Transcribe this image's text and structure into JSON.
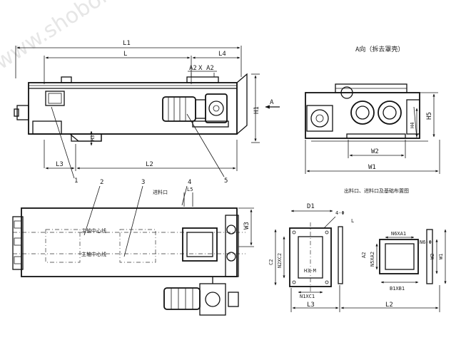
{
  "watermark": "www.shobon.com",
  "top_view_dims": {
    "L1": "L1",
    "L": "L",
    "L4": "L4",
    "A2a": "A2",
    "times": "X",
    "A2b": "A2",
    "H1": "H1",
    "arrow_A": "A",
    "H3": "H3",
    "L3": "L3",
    "L2": "L2",
    "callout_1": "1",
    "callout_5": "5"
  },
  "end_view": {
    "title": "A向（拆去罩壳）",
    "W2": "W2",
    "W1": "W1",
    "H4": "H4",
    "H5": "H5"
  },
  "plan_view": {
    "callout_2": "2",
    "callout_3": "3",
    "callout_4": "4",
    "L5": "L5",
    "W3": "W3",
    "inlet_label": "进料口",
    "center_label_upper": "主轴中心线",
    "center_label_lower": "主轴中心线"
  },
  "port_detail": {
    "title": "出料口、进料口及基础布置图",
    "D1": "D1",
    "holes_1": "4-Φ",
    "L": "L",
    "C2": "C2",
    "NC2": "N2XC2",
    "H3M": "H3-M",
    "N1C1": "N1XC1",
    "L3": "L3",
    "L2": "L2",
    "N6A1": "N6XA1",
    "N5A2": "N5XA2",
    "B1XB1": "B1XB1",
    "A2": "A2",
    "N6": "N6-Φ",
    "W2": "W2",
    "W1": "W1"
  }
}
